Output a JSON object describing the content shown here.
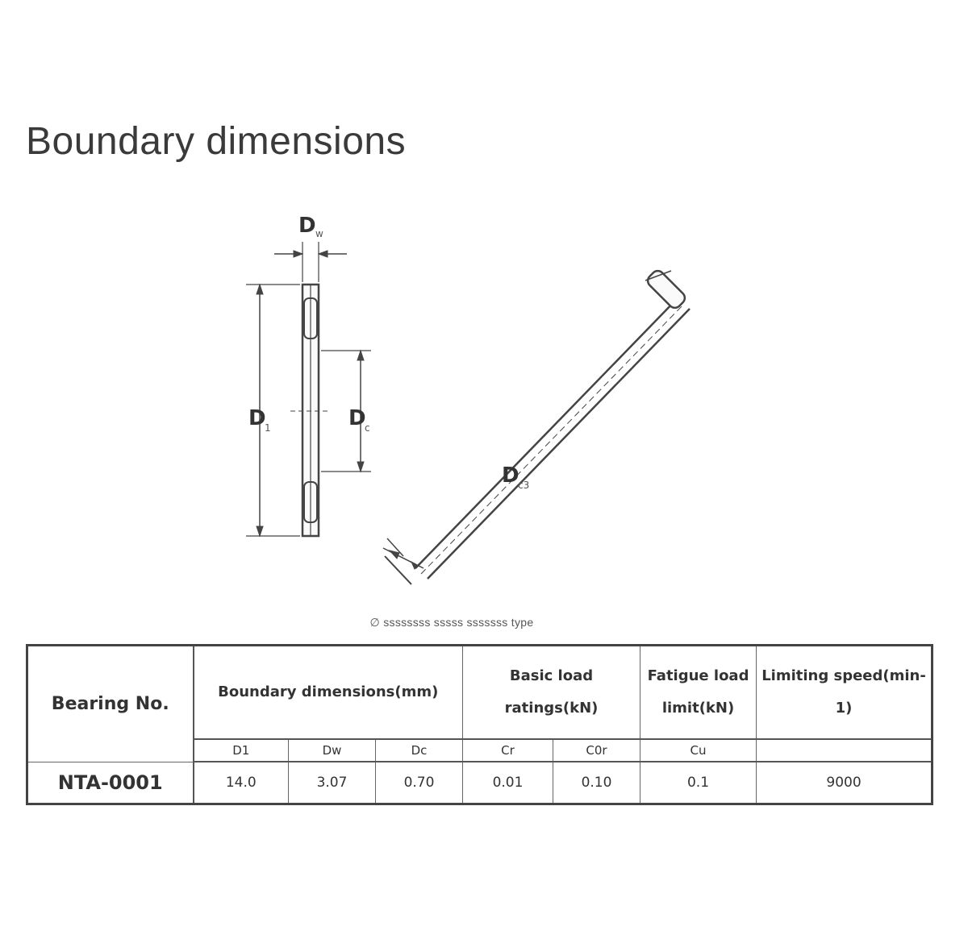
{
  "title": "Boundary dimensions",
  "diagram": {
    "label_top": "D",
    "label_top_sub": "w",
    "label_outer": "D",
    "label_outer_sub": "1",
    "label_inner": "D",
    "label_inner_sub": "c",
    "label_diag": "D",
    "label_diag_sub": "c3"
  },
  "caption": "∅ ssssssss sssss sssssss type",
  "table": {
    "bearing_header": "Bearing No.",
    "group_dims": "Boundary dimensions(mm)",
    "group_load": "Basic load ratings(kN)",
    "group_fatigue": "Fatigue load limit(kN)",
    "group_speed": "Limiting speed(min-1)",
    "sub": [
      "D1",
      "Dw",
      "Dc",
      "Cr",
      "C0r",
      "Cu",
      ""
    ],
    "row": {
      "bearing": "NTA-0001",
      "values": [
        "14.0",
        "3.07",
        "0.70",
        "0.01",
        "0.10",
        "0.1",
        "9000"
      ]
    }
  }
}
